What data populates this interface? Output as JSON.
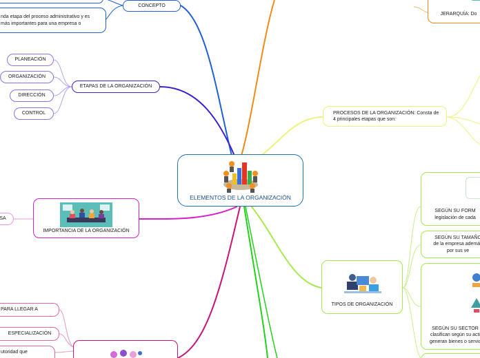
{
  "central": {
    "title": "ELEMENTOS DE LA ORGANIZACIÓN",
    "icon": "meeting-chart-icon"
  },
  "branches": {
    "concepto": {
      "label": "CONCEPTO",
      "detail": "nda etapa del proceso administrativo  y es\nmás importantes para una empresa o",
      "color": "#1f5fd6"
    },
    "etapas": {
      "label": "ETAPAS DE LA ORGANIZACIÓN",
      "color": "#3a1fcf",
      "items": [
        "PLANEACIÓN",
        "ORGANIZACIÓN",
        "DIRECCIÓN",
        "CONTROL"
      ]
    },
    "importancia": {
      "label": "IMPORTANCIA DE LA ORGANIZACIÓN",
      "left_fragment": "SA",
      "color": "#d81fc7"
    },
    "bottom_left": {
      "color": "#c8147a",
      "items": [
        "PARA LLEGAR A",
        "ESPECIALIZACIÓN",
        "utoridad que"
      ]
    },
    "procesos": {
      "label": "PROCESOS  DE LA ORGANIZACIÓN: Consta de 4 principales etapas que son:",
      "color": "#eef27a"
    },
    "jerarquia": {
      "label": "JERARQUÍA: Do",
      "color": "#f28a1a"
    },
    "tipos": {
      "label": "TIPOS DE ORGANIZACIÓN",
      "color": "#a6ea4e",
      "items": [
        "SEGÚN SU FORM\nlegislación de cada",
        "SEGÚN SU TAMAÑO\nde la empresa además\npor sus ve",
        "SEGÚN SU SECTOR\nclasifican según su acti\ngeneran bienes o servic"
      ]
    },
    "bottom_green": {
      "color": "#22d21a"
    }
  }
}
